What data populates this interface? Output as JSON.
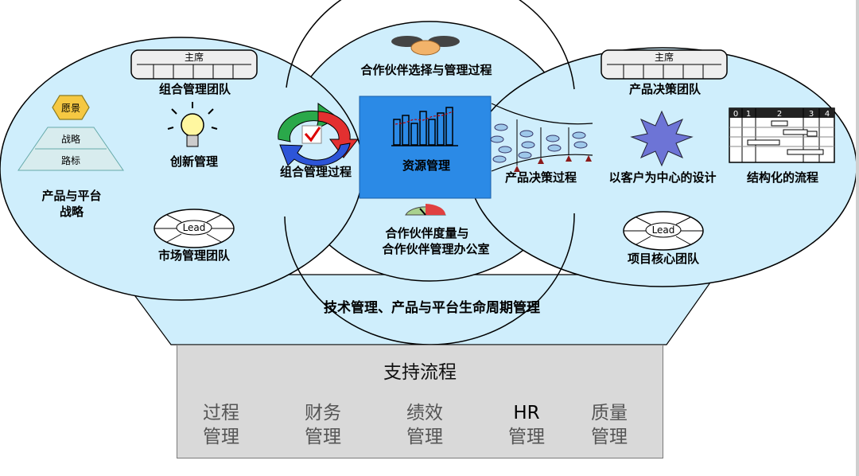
{
  "diagram": {
    "left_circle": {
      "pyramid": [
        "愿景",
        "战略",
        "路标"
      ],
      "chair_label": "主席",
      "team_top": "组合管理团队",
      "innovation": "创新管理",
      "portfolio_process": "组合管理过程",
      "strategy_line1": "产品与平台",
      "strategy_line2": "战略",
      "lead_label": "Lead",
      "market_team": "市场管理团队"
    },
    "center_circle": {
      "partner_selection": "合作伙伴选择与管理过程",
      "resource_mgmt": "资源管理",
      "partner_measure_line1": "合作伙伴度量与",
      "partner_measure_line2": "合作伙伴管理办公室"
    },
    "right_circle": {
      "chair_label": "主席",
      "decision_team": "产品决策团队",
      "decision_process": "产品决策过程",
      "customer_design": "以客户为中心的设计",
      "structured_process": "结构化的流程",
      "gantt_headers": [
        "0",
        "1",
        "2",
        "3",
        "4"
      ],
      "lead_label": "Lead",
      "project_team": "项目核心团队"
    },
    "lifecycle": "技术管理、产品与平台生命周期管理",
    "support": {
      "title": "支持流程",
      "items": [
        {
          "line1": "过程",
          "line2": "管理"
        },
        {
          "line1": "财务",
          "line2": "管理"
        },
        {
          "line1": "绩效",
          "line2": "管理"
        },
        {
          "line1": "HR",
          "line2": "管理"
        },
        {
          "line1": "质量",
          "line2": "管理"
        }
      ]
    },
    "colors": {
      "bubble": "#cfeefc",
      "resource_box": "#2b8ae6",
      "pyramid": "#d8ecee",
      "hexagon": "#f5c842",
      "support_box": "#d9d9d9"
    },
    "icons": [
      "handshake-icon",
      "cycle-arrows-icon",
      "checkmark-icon",
      "lightbulb-icon",
      "bar-chart-icon",
      "gauge-icon",
      "funnel-icon",
      "starburst-icon",
      "gantt-chart-icon",
      "lead-wheel-icon"
    ]
  }
}
